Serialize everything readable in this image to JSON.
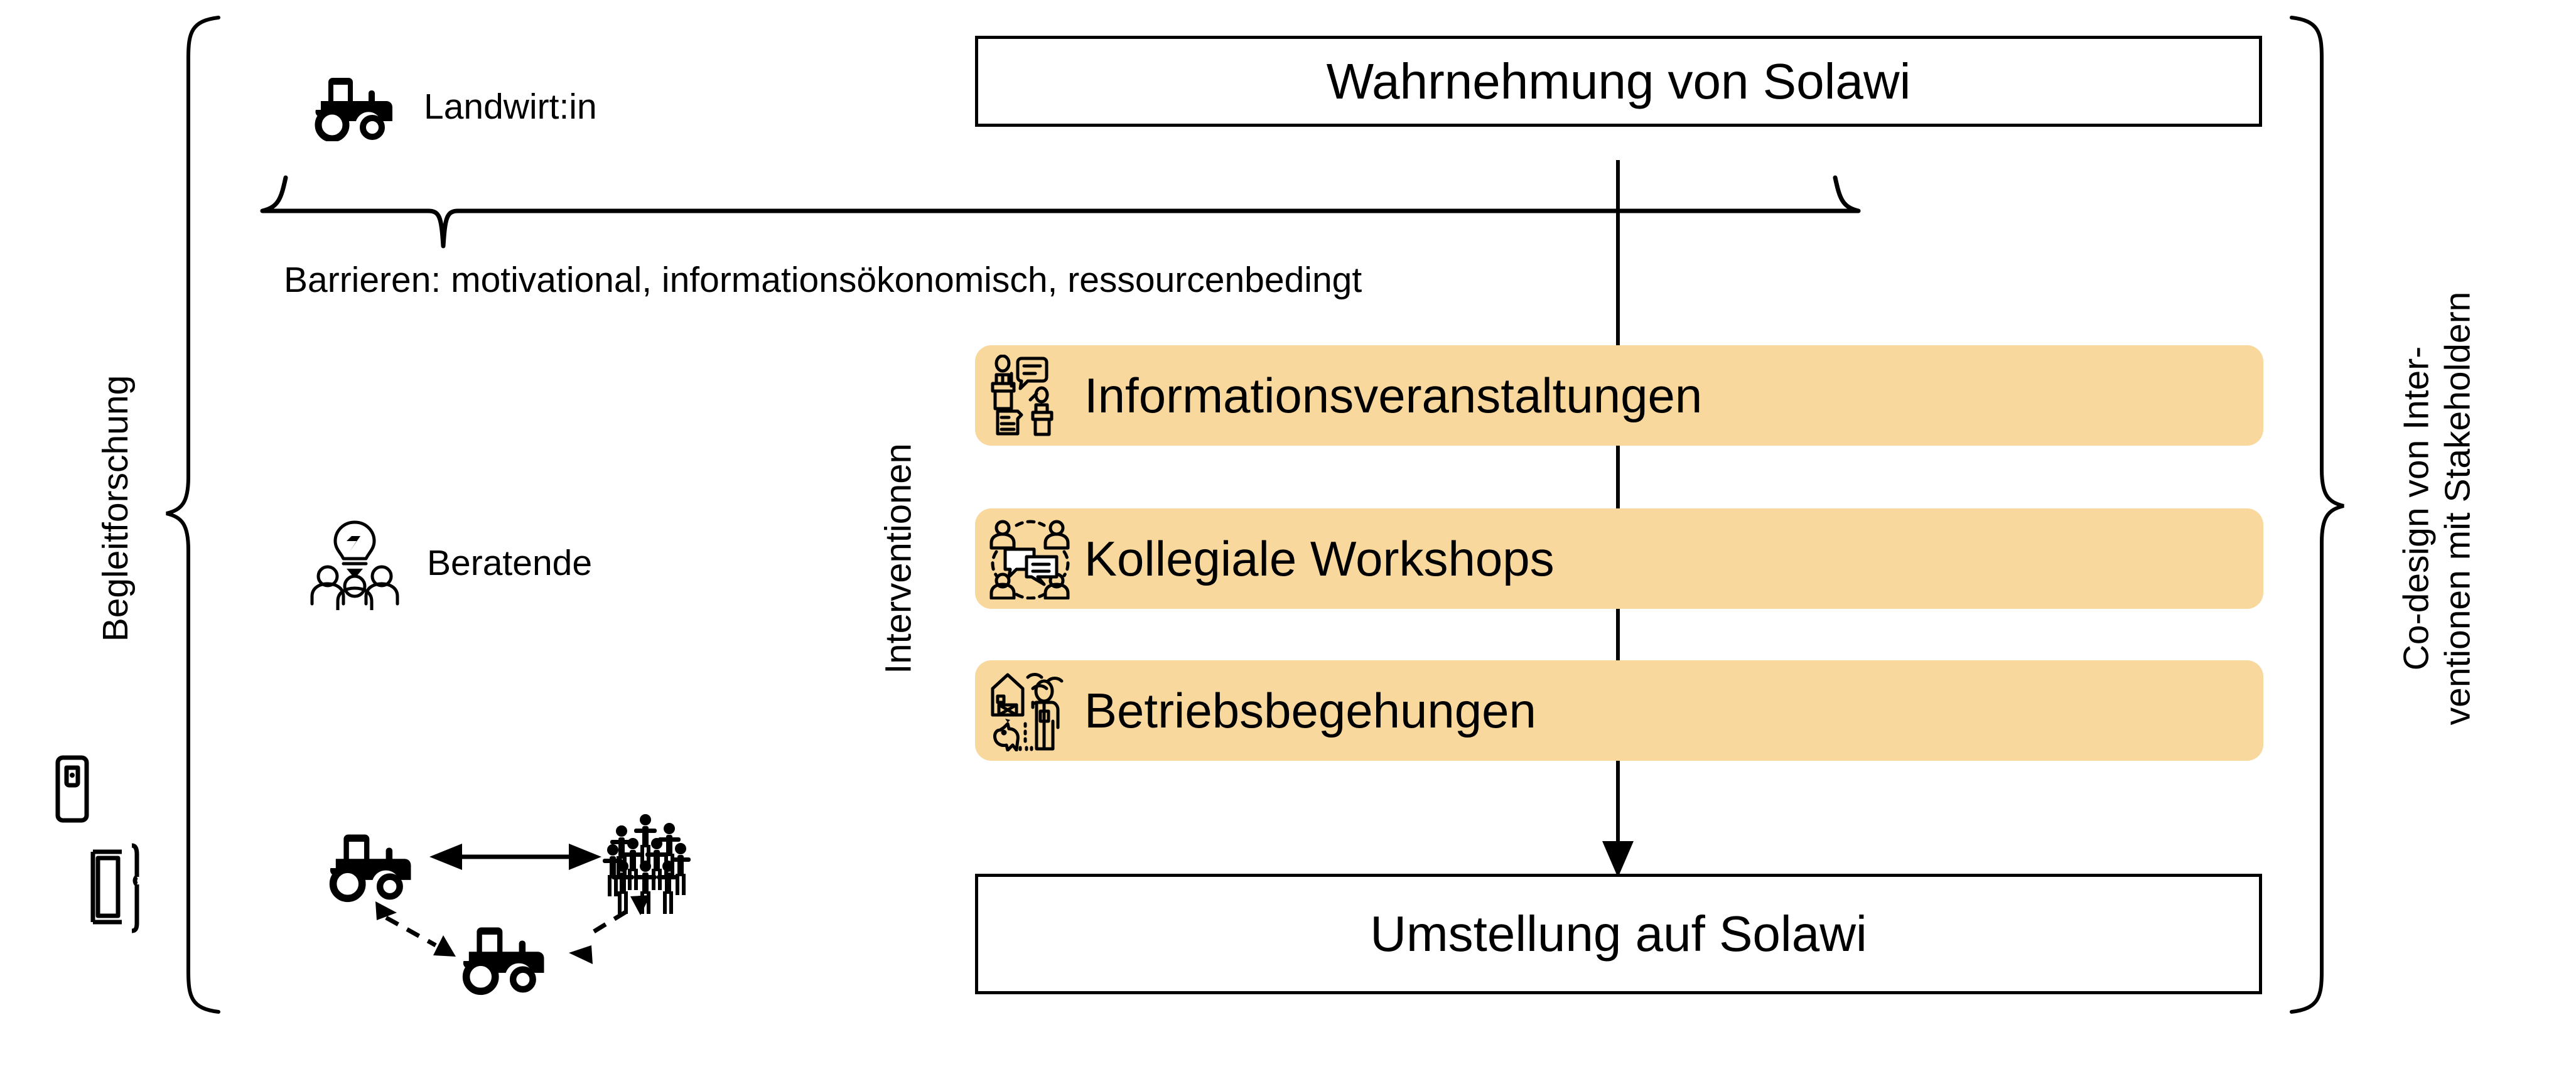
{
  "diagram": {
    "title_flow_top": "Wahrnehmung von Solawi",
    "title_flow_bottom": "Umstellung auf Solawi",
    "barriers_text": "Barrieren: motivational, informationsökonomisch, ressourcenbedingt",
    "left_bracket_label": "Begleitforschung",
    "right_bracket_label_line1": "Co-design von Inter-",
    "right_bracket_label_line2": "ventionen mit Stakeholdern",
    "interventions_axis_label": "Interventionen",
    "accent_color": "#F8D89C",
    "line_color": "#000000",
    "background_color": "#FFFFFF"
  },
  "actors": [
    {
      "id": "farmer",
      "label": "Landwirt:in",
      "icon": "tractor-icon"
    },
    {
      "id": "advisor",
      "label": "Beratende",
      "icon": "lightbulb-group-icon"
    }
  ],
  "interventions": [
    {
      "id": "info-events",
      "label": "Informationsveranstaltungen",
      "icon": "podium-presentation-icon"
    },
    {
      "id": "peer-workshops",
      "label": "Kollegiale Workshops",
      "icon": "group-discussion-icon"
    },
    {
      "id": "farm-visits",
      "label": "Betriebsbegehungen",
      "icon": "farm-visit-icon"
    }
  ],
  "network": {
    "nodes": [
      {
        "id": "tractor-a",
        "icon": "tractor-icon"
      },
      {
        "id": "tractor-b",
        "icon": "tractor-icon"
      },
      {
        "id": "crowd",
        "icon": "crowd-icon"
      }
    ],
    "edges": [
      {
        "from": "tractor-a",
        "to": "crowd",
        "style": "solid",
        "arrows": "both"
      },
      {
        "from": "tractor-a",
        "to": "tractor-b",
        "style": "dashed",
        "arrows": "both"
      },
      {
        "from": "tractor-b",
        "to": "crowd",
        "style": "dashed",
        "arrows": "both"
      }
    ]
  },
  "research_icons": [
    {
      "id": "clipboard",
      "icon": "clipboard-icon"
    },
    {
      "id": "interview-board",
      "icon": "document-board-icon"
    }
  ]
}
